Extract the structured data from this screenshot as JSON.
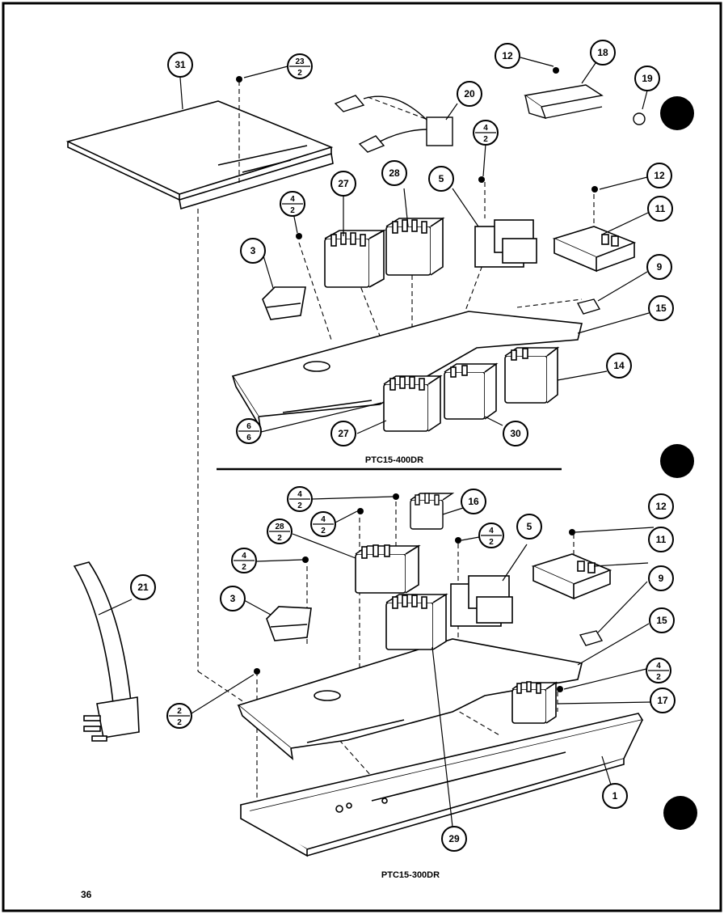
{
  "page_number": "36",
  "captions": {
    "upper_model": "PTC15-400DR",
    "lower_model": "PTC15-300DR"
  },
  "callouts": [
    {
      "id": "c31",
      "label": "31"
    },
    {
      "id": "c20",
      "label": "20"
    },
    {
      "id": "c12a",
      "label": "12"
    },
    {
      "id": "c18",
      "label": "18"
    },
    {
      "id": "c19",
      "label": "19"
    },
    {
      "id": "c28a",
      "label": "28"
    },
    {
      "id": "c27a",
      "label": "27"
    },
    {
      "id": "c5a",
      "label": "5"
    },
    {
      "id": "c12b",
      "label": "12"
    },
    {
      "id": "c11a",
      "label": "11"
    },
    {
      "id": "c3a",
      "label": "3"
    },
    {
      "id": "c9a",
      "label": "9"
    },
    {
      "id": "c15a",
      "label": "15"
    },
    {
      "id": "c14",
      "label": "14"
    },
    {
      "id": "c27b",
      "label": "27"
    },
    {
      "id": "c30",
      "label": "30"
    },
    {
      "id": "c16",
      "label": "16"
    },
    {
      "id": "c5b",
      "label": "5"
    },
    {
      "id": "c12c",
      "label": "12"
    },
    {
      "id": "c11b",
      "label": "11"
    },
    {
      "id": "c21",
      "label": "21"
    },
    {
      "id": "c3b",
      "label": "3"
    },
    {
      "id": "c9b",
      "label": "9"
    },
    {
      "id": "c15b",
      "label": "15"
    },
    {
      "id": "c17",
      "label": "17"
    },
    {
      "id": "c1",
      "label": "1"
    },
    {
      "id": "c29",
      "label": "29"
    }
  ],
  "fraction_callouts": [
    {
      "id": "f23_2",
      "top": "23",
      "bottom": "2"
    },
    {
      "id": "f4_2a",
      "top": "4",
      "bottom": "2"
    },
    {
      "id": "f4_2b",
      "top": "4",
      "bottom": "2"
    },
    {
      "id": "f6_6",
      "top": "6",
      "bottom": "6"
    },
    {
      "id": "f4_2c",
      "top": "4",
      "bottom": "2"
    },
    {
      "id": "f4_2d",
      "top": "4",
      "bottom": "2"
    },
    {
      "id": "f28_2",
      "top": "28",
      "bottom": "2"
    },
    {
      "id": "f4_2e",
      "top": "4",
      "bottom": "2"
    },
    {
      "id": "f4_2f",
      "top": "4",
      "bottom": "2"
    },
    {
      "id": "f2_2",
      "top": "2",
      "bottom": "2"
    },
    {
      "id": "f4_2g",
      "top": "4",
      "bottom": "2"
    }
  ]
}
